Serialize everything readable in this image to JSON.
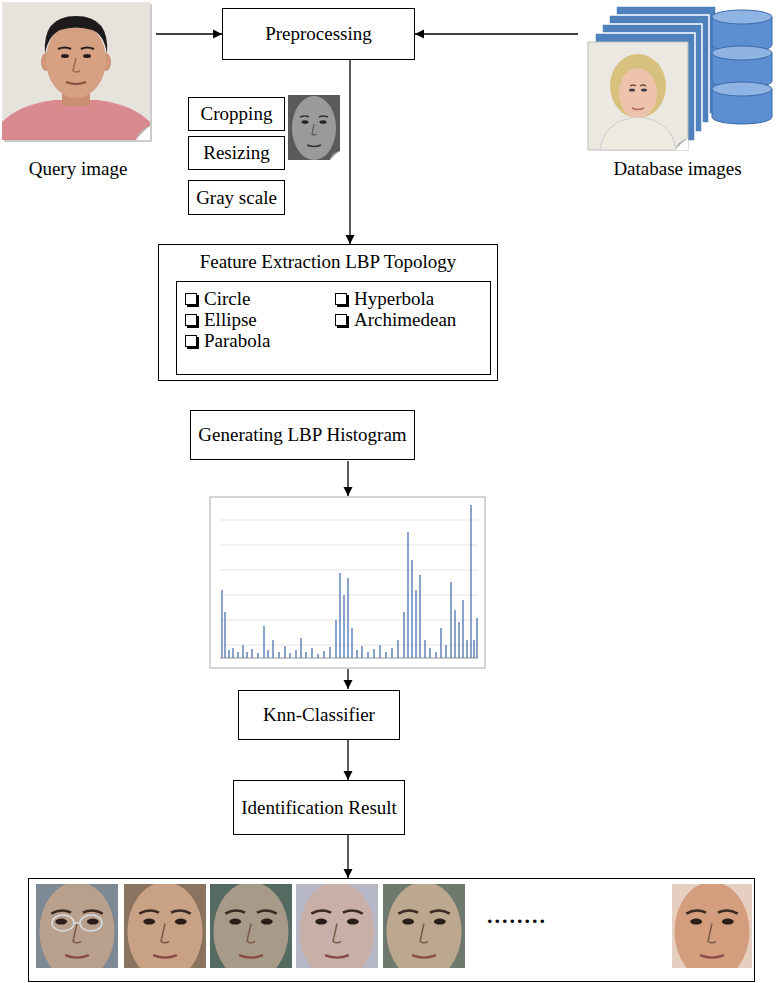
{
  "diagram": {
    "nodes": [
      {
        "text": [
          "Query image"
        ]
      },
      {
        "text": [
          "Preprocessing"
        ]
      },
      {
        "text": [
          "Database images"
        ]
      },
      {
        "text": [
          "Cropping"
        ]
      },
      {
        "text": [
          "Resizing"
        ]
      },
      {
        "text": [
          "Gray scale"
        ]
      },
      {
        "text": [
          "Feature Extraction LBP Topology"
        ]
      },
      {
        "text": [
          "Circle",
          "Hyperbola",
          "Ellipse",
          "Archimedean",
          "Parabola"
        ],
        "in": 6
      },
      {
        "text": [
          "Generating LBP Histogram"
        ]
      },
      {
        "text": [
          "Knn-Classifier"
        ]
      },
      {
        "text": [
          "Identification Result"
        ]
      },
      {
        "text": [
          "........"
        ]
      }
    ],
    "edges": [
      {
        "from": 0,
        "to": 1,
        "arrow": "to"
      },
      {
        "from": 2,
        "to": 1,
        "arrow": "to"
      },
      {
        "from": 1,
        "to": 6,
        "arrow": "to"
      },
      {
        "from": 9,
        "to": 10,
        "arrow": "to"
      },
      {
        "from": 10,
        "to": 11,
        "arrow": "to"
      }
    ]
  }
}
